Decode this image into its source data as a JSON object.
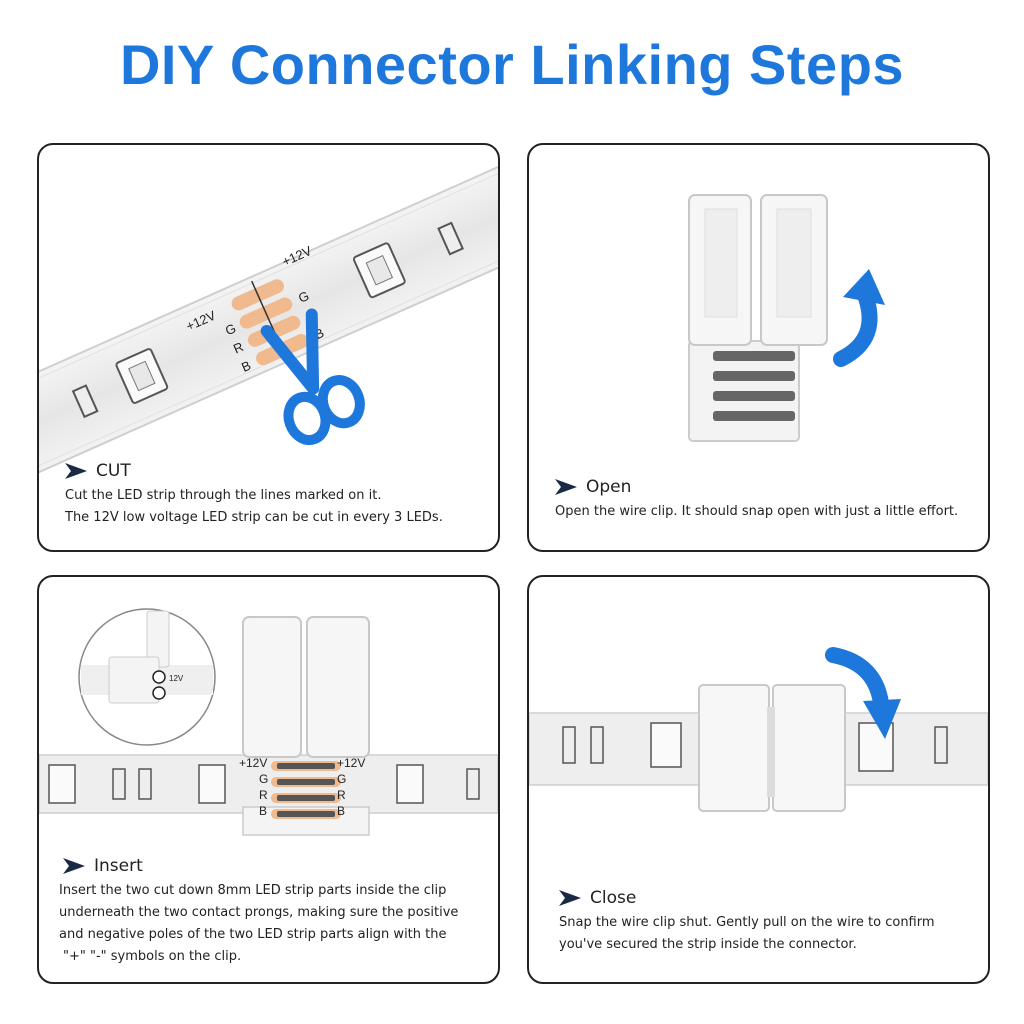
{
  "page": {
    "title": "DIY Connector Linking Steps",
    "accent_color": "#1e78dc",
    "arrow_color": "#1b2a44"
  },
  "steps": [
    {
      "heading": "CUT",
      "lines": [
        "Cut the LED strip through the lines marked on it.",
        "The 12V low voltage LED strip can be cut in every 3 LEDs."
      ],
      "strip_labels": [
        "+12V",
        "G",
        "R",
        "B"
      ],
      "icon": "scissors-icon"
    },
    {
      "heading": "Open",
      "lines": [
        "Open the wire clip. It should snap open with just a little effort."
      ],
      "icon": "curved-up-arrow-icon"
    },
    {
      "heading": "Insert",
      "lines": [
        "Insert the two cut down 8mm LED strip parts inside the clip",
        "underneath the two contact prongs, making sure the positive",
        "and negative poles of the two LED strip parts align with the",
        "\"+\" \"-\" symbols on the clip."
      ],
      "strip_labels": [
        "+12V",
        "G",
        "R",
        "B"
      ],
      "inset_label": "12V"
    },
    {
      "heading": "Close",
      "lines": [
        "Snap the wire clip shut. Gently pull on the wire to confirm",
        "you've secured the strip inside the connector."
      ],
      "icon": "curved-down-arrow-icon"
    }
  ]
}
